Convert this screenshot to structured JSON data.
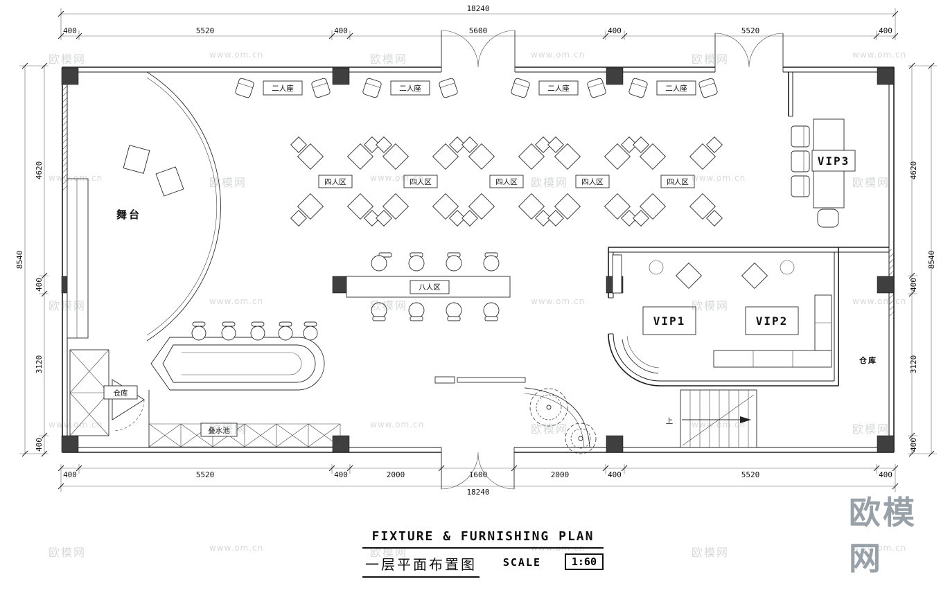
{
  "watermark": {
    "brand": "欧模网",
    "url": "www.om.cn"
  },
  "title_block": {
    "title_en": "FIXTURE & FURNISHING PLAN",
    "title_cn": "一层平面布置图",
    "scale_label": "SCALE",
    "scale_value": "1:60"
  },
  "labels": {
    "stage": "舞台",
    "two_seat": "二人座",
    "four_seat": "四人区",
    "eight_seat": "八人区",
    "vip1": "VIP1",
    "vip2": "VIP2",
    "vip3": "VIP3",
    "storage": "仓库",
    "water_pool": "叠水池",
    "stairs_up": "上"
  },
  "dimensions": {
    "top_total": "18240",
    "top_segments": [
      "400",
      "5520",
      "400",
      "5600",
      "400",
      "5520",
      "400"
    ],
    "bottom_segments": [
      "400",
      "5520",
      "400",
      "2000",
      "1600",
      "2000",
      "400",
      "5520",
      "400"
    ],
    "bottom_total": "18240",
    "left_total": "8540",
    "left_segments": [
      "4620",
      "400",
      "3120",
      "400"
    ],
    "right_total": "8540",
    "right_segments": [
      "4620",
      "400",
      "3120",
      "400"
    ]
  }
}
